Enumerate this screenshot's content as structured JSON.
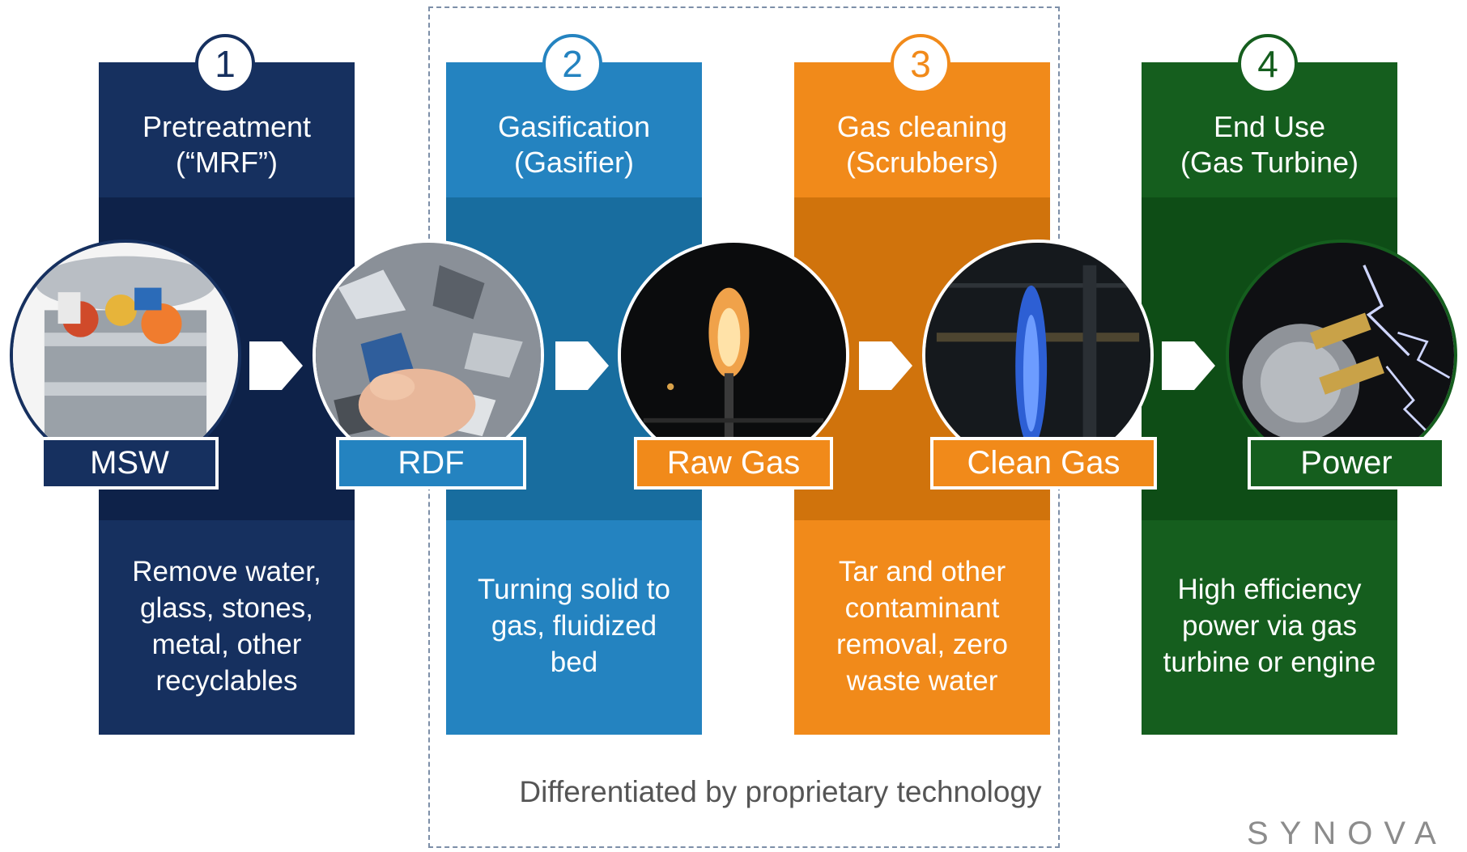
{
  "footer_text": "Differentiated by proprietary technology",
  "logo_text": "SYNOVA",
  "stages": [
    {
      "number": "1",
      "title_line1": "Pretreatment",
      "title_line2": "(“MRF”)",
      "description_lines": [
        "Remove water,",
        "glass, stones,",
        "metal, other",
        "recyclables"
      ],
      "product_label": "MSW",
      "photo": "waste-bin-photo",
      "colors": {
        "top": "#16305f",
        "mid": "#0e2249",
        "bottom": "#16305f",
        "badge_border": "#16305f",
        "label": "#16305f"
      }
    },
    {
      "number": "2",
      "title_line1": "Gasification",
      "title_line2": "(Gasifier)",
      "description_lines": [
        "Turning solid to",
        "gas, fluidized",
        "bed"
      ],
      "product_label": "RDF",
      "photo": "shredded-waste-photo",
      "colors": {
        "top": "#2483c0",
        "mid": "#186d9f",
        "bottom": "#2483c0",
        "badge_border": "#2483c0",
        "label": "#2483c0"
      }
    },
    {
      "number": "3",
      "title_line1": "Gas cleaning",
      "title_line2": "(Scrubbers)",
      "description_lines": [
        "Tar and other",
        "contaminant",
        "removal, zero",
        "waste water"
      ],
      "product_label": "Raw Gas",
      "photo": "flare-flame-photo",
      "colors": {
        "top": "#f18a1a",
        "mid": "#d0730c",
        "bottom": "#f18a1a",
        "badge_border": "#f18a1a",
        "label": "#f18a1a"
      }
    },
    {
      "number": "4",
      "title_line1": "End Use",
      "title_line2": "(Gas Turbine)",
      "description_lines": [
        "High efficiency",
        "power via gas",
        "turbine or engine"
      ],
      "product_label": "Clean Gas",
      "photo": "blue-flame-photo",
      "colors": {
        "top": "#155e1e",
        "mid": "#0e4d16",
        "bottom": "#155e1e",
        "badge_border": "#155e1e",
        "label": "#f18a1a"
      }
    }
  ],
  "final_output": {
    "label": "Power",
    "photo": "power-plug-lightning-photo",
    "label_color": "#155e1e"
  },
  "arrow_icon": "chevron-right-arrow-icon"
}
